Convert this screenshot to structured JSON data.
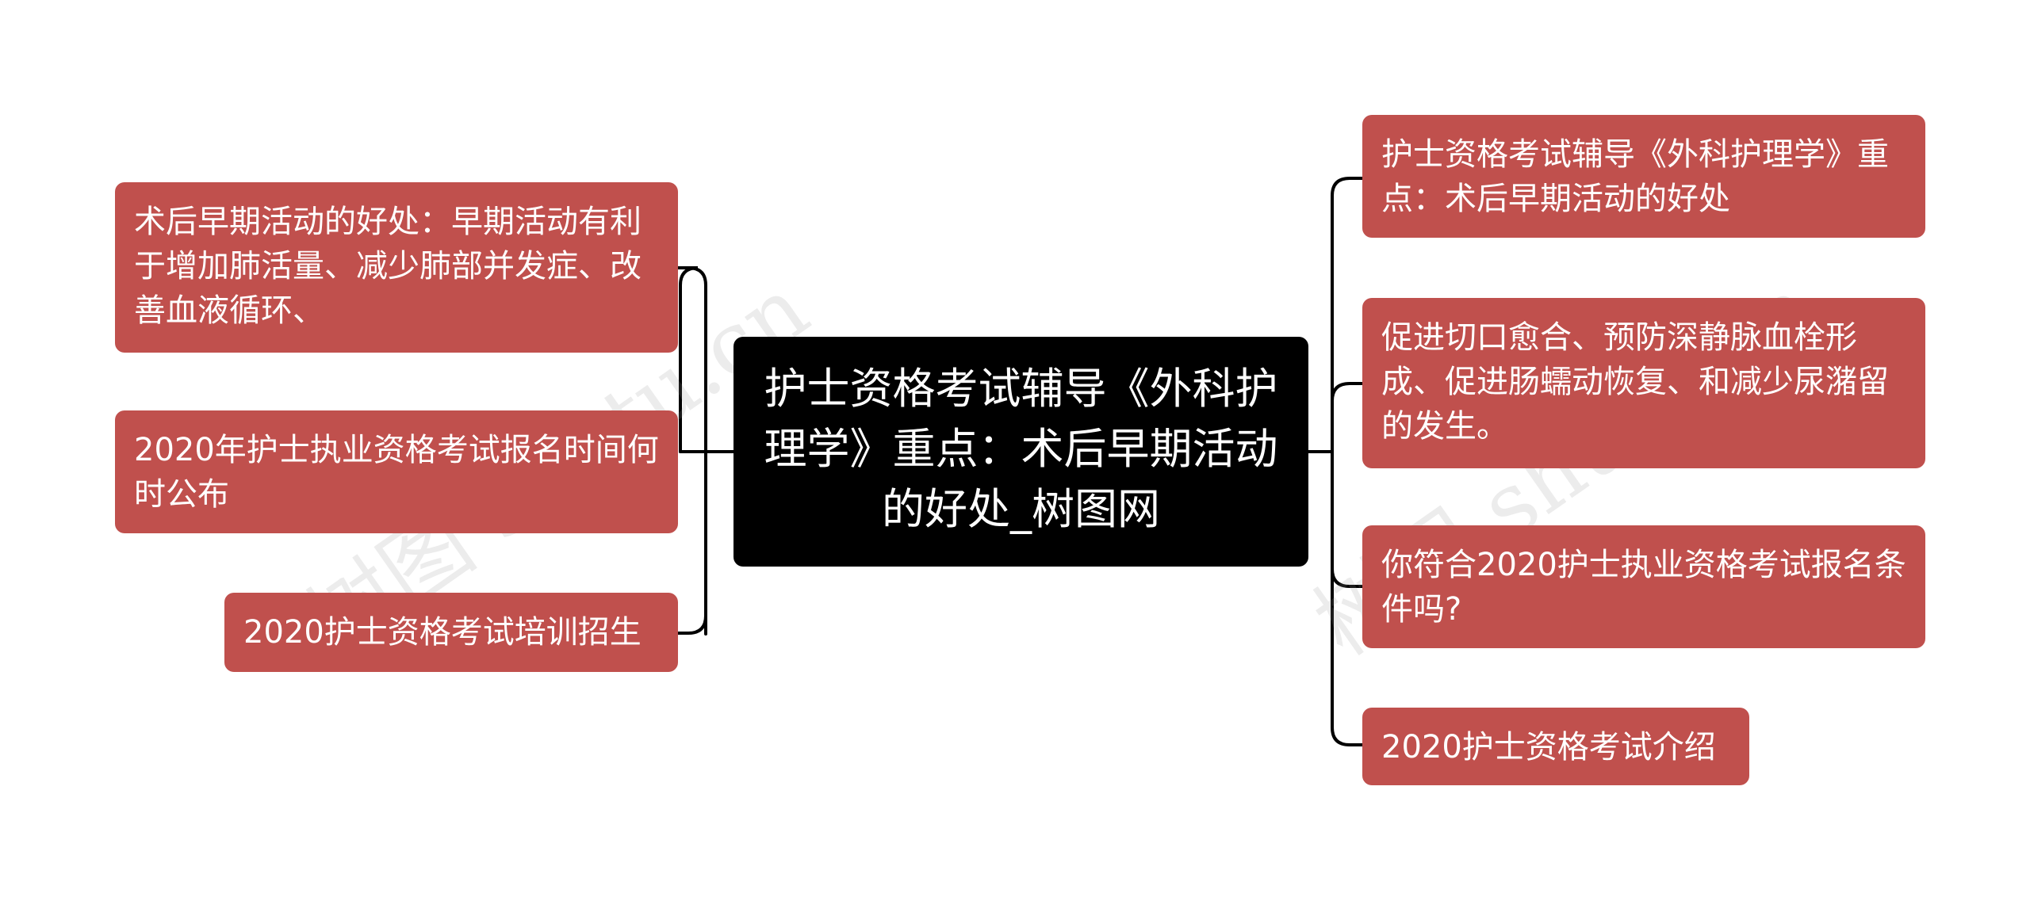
{
  "colors": {
    "node_fill": "#c0504d",
    "center_fill": "#000000",
    "line": "#000000"
  },
  "center": {
    "title": "护士资格考试辅导《外科护理学》重点：术后早期活动的好处_树图网"
  },
  "left": [
    {
      "text": "术后早期活动的好处：早期活动有利于增加肺活量、减少肺部并发症、改善血液循环、"
    },
    {
      "text": "2020年护士执业资格考试报名时间何时公布"
    },
    {
      "text": "2020护士资格考试培训招生"
    }
  ],
  "right": [
    {
      "text": "护士资格考试辅导《外科护理学》重点：术后早期活动的好处"
    },
    {
      "text": "促进切口愈合、预防深静脉血栓形成、促进肠蠕动恢复、和减少尿潴留的发生。"
    },
    {
      "text": "你符合2020护士执业资格考试报名条件吗?"
    },
    {
      "text": "2020护士资格考试介绍"
    }
  ],
  "watermarks": [
    "树图 shutu.cn",
    "树图 shutu.cn"
  ]
}
